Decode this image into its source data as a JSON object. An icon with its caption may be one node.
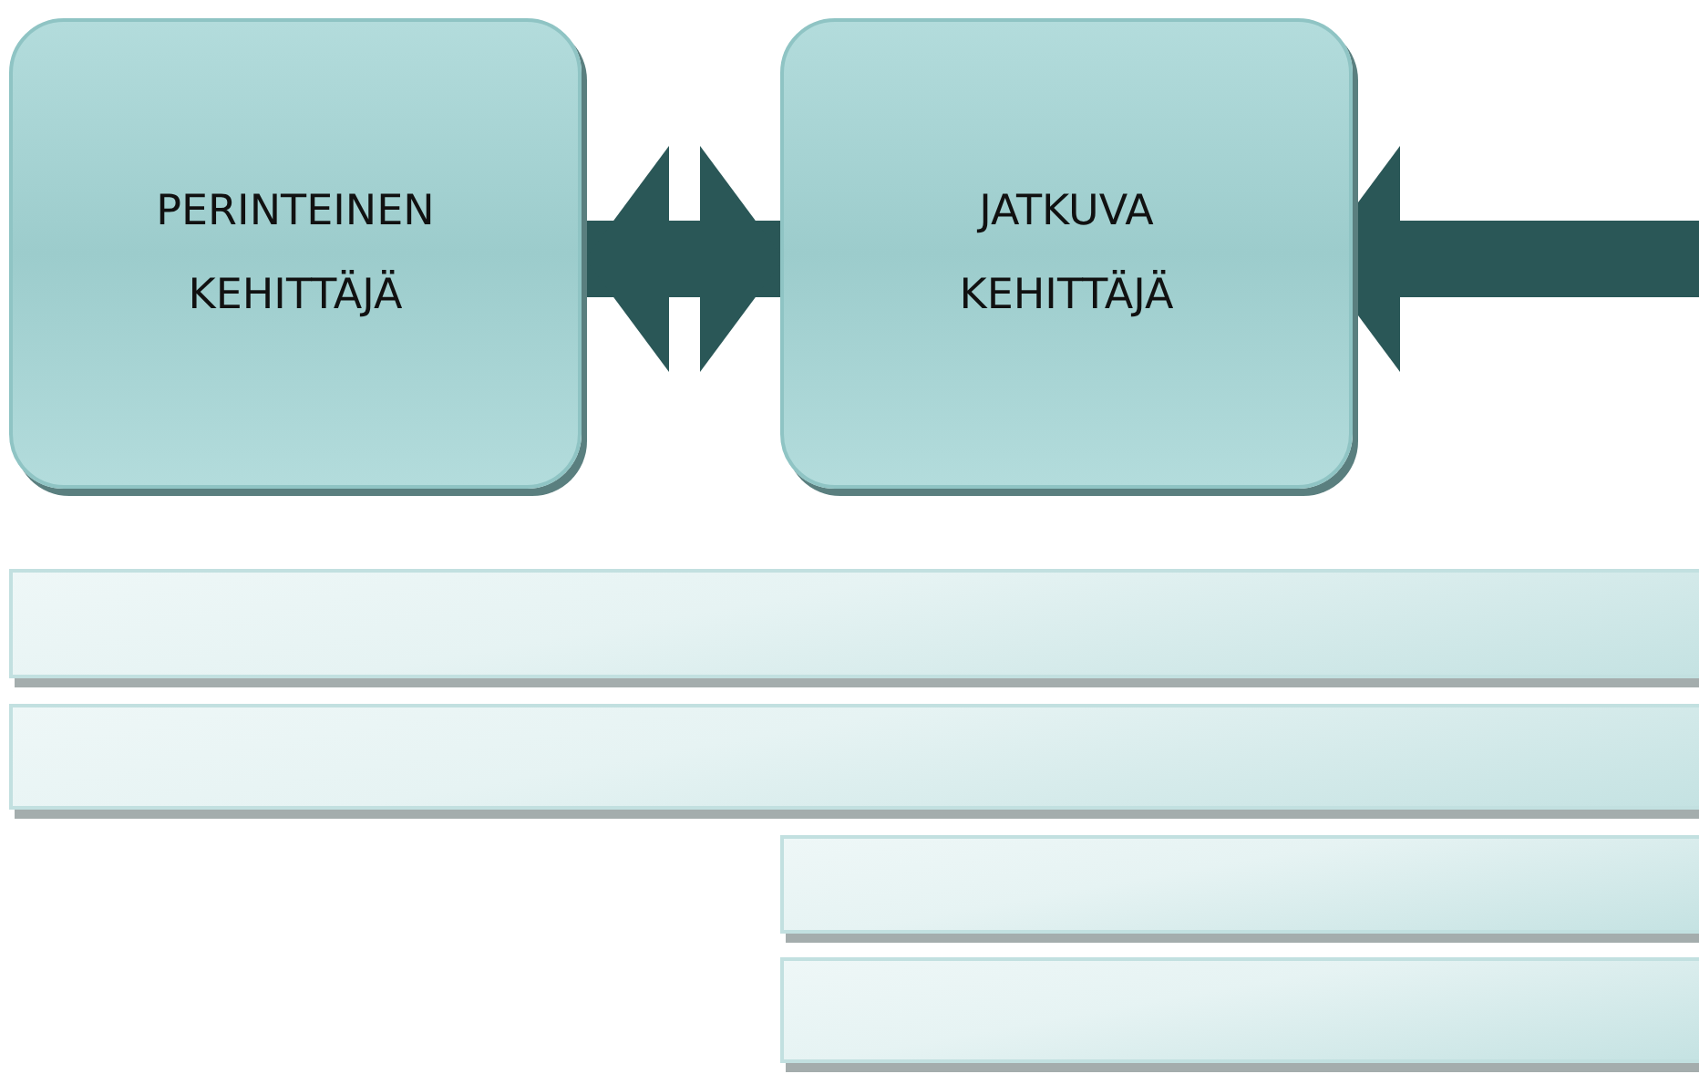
{
  "diagram": {
    "nodes": [
      {
        "text": [
          "PERINTEINEN KEHITTÄJÄ"
        ]
      },
      {
        "text": [
          "JATKUVA KEHITTÄJÄ"
        ]
      },
      {
        "text": [],
        "shape": "bar"
      },
      {
        "text": [],
        "shape": "bar"
      },
      {
        "text": [],
        "shape": "bar"
      },
      {
        "text": [],
        "shape": "bar"
      }
    ],
    "edges": [
      {
        "from": 0,
        "to": 1,
        "arrow": "both"
      },
      {
        "from": null,
        "to": 1,
        "arrow": "to"
      }
    ]
  }
}
